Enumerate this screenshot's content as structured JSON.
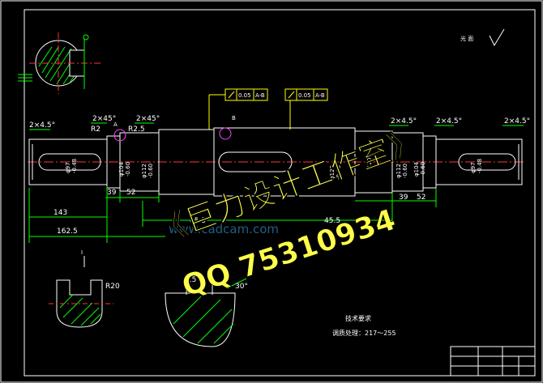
{
  "colors": {
    "background": "#000000",
    "outline": "#ffffff",
    "dimension": "#00ff00",
    "centerline": "#ff3333",
    "hatch": "#00ff00",
    "tolerance_frame": "#ffff00",
    "leader": "#00ffff",
    "watermark": "#ffff4a",
    "watermark_url": "#2a7fb0"
  },
  "corner_label": "光 面",
  "chamfers": {
    "c1": "2×4.5°",
    "c2": "2×45°",
    "c3": "2×45°",
    "c4": "2×4.5°",
    "c5": "2×4.5°",
    "c6": "2×4.5°"
  },
  "radii": {
    "r1": "R2",
    "r2": "R2.5"
  },
  "tolerance": {
    "left": "0.05",
    "left_datum": "A-B",
    "right": "0.05",
    "right_datum": "A-B"
  },
  "diameters": {
    "d1": "φ97",
    "d1_tol": "-0.48",
    "d2": "φ104",
    "d2_tol": "-0.60",
    "d3": "φ112",
    "d3_tol": "-0.60",
    "d4": "φ122",
    "d4_tol": "-0.60",
    "d5": "120",
    "d6": "φ112",
    "d6_tol": "-0.60",
    "d7": "φ104",
    "d7_tol": "-0.60",
    "d8": "φ97",
    "d8_tol": "-0.48"
  },
  "lengths": {
    "l39_left": "39",
    "l52_left": "52",
    "l39_right": "39",
    "l52_right": "52",
    "l143": "143",
    "l162": "162.5",
    "l455": "45.5",
    "l45_right": "45.5"
  },
  "datums": {
    "a": "A",
    "b": "B"
  },
  "section_label": "I",
  "detail": {
    "radius": "R20",
    "angle": "30°",
    "dim": "7.5"
  },
  "tech_requirements": {
    "title": "技术要求",
    "line1": "调质处理：217～255"
  },
  "watermark": {
    "line1": "《巨力设计工作室》",
    "line2": "QQ 75310934",
    "url": "www.cadcam.com"
  }
}
